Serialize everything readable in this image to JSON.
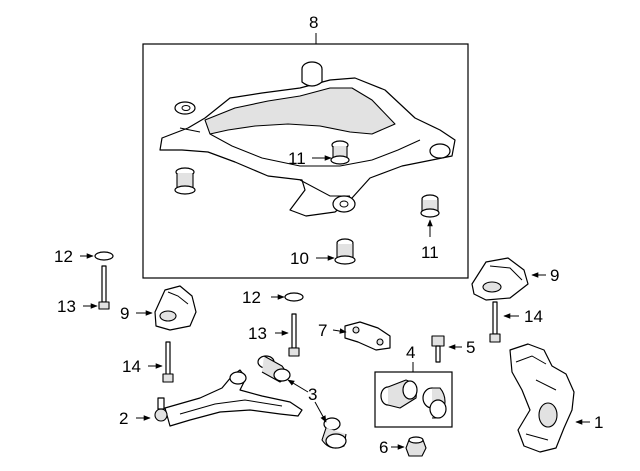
{
  "callouts": {
    "c1": "1",
    "c2": "2",
    "c3": "3",
    "c4": "4",
    "c5": "5",
    "c6": "6",
    "c7": "7",
    "c8": "8",
    "c9a": "9",
    "c9b": "9",
    "c10": "10",
    "c11a": "11",
    "c11b": "11",
    "c12a": "12",
    "c12b": "12",
    "c13a": "13",
    "c13b": "13",
    "c14a": "14",
    "c14b": "14"
  }
}
